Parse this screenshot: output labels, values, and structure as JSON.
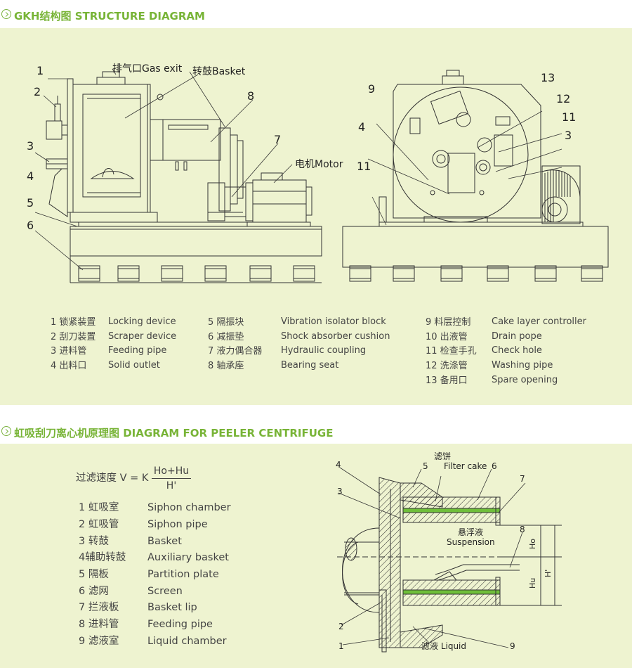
{
  "section1": {
    "title": "GKH结构图 STRUCTURE DIAGRAM"
  },
  "section2": {
    "title": "虹吸刮刀离心机原理图 DIAGRAM FOR PEELER CENTRIFUGE"
  },
  "diagram1": {
    "labels": {
      "gas_exit": "排气口Gas exit",
      "basket": "转鼓Basket",
      "motor": "电机Motor",
      "n1": "1",
      "n2": "2",
      "n3": "3",
      "n4": "4",
      "n5": "5",
      "n6": "6",
      "n7": "7",
      "n8": "8",
      "r9": "9",
      "r4": "4",
      "r11": "11",
      "r13": "13",
      "r12": "12",
      "rr11": "11",
      "r3": "3"
    }
  },
  "legend1": [
    {
      "cn": "1 锁紧装置",
      "en": "Locking device"
    },
    {
      "cn": "2 刮刀装置",
      "en": "Scraper device"
    },
    {
      "cn": "3 进料管",
      "en": "Feeding pipe"
    },
    {
      "cn": "4 出料口",
      "en": "Solid outlet"
    },
    {
      "cn": "5 隔振块",
      "en": "Vibration isolator block"
    },
    {
      "cn": "6 减振垫",
      "en": "Shock absorber cushion"
    },
    {
      "cn": "7 液力偶合器",
      "en": "Hydraulic coupling"
    },
    {
      "cn": "8 轴承座",
      "en": "Bearing seat"
    },
    {
      "cn": "9 料层控制",
      "en": "Cake layer controller"
    },
    {
      "cn": "10 出液管",
      "en": "Drain pope"
    },
    {
      "cn": "11 检查手孔",
      "en": "Check hole"
    },
    {
      "cn": "12 洗涤管",
      "en": "Washing pipe"
    },
    {
      "cn": "13 备用口",
      "en": "Spare opening"
    }
  ],
  "formula": {
    "prefix": "过滤速度 V = K",
    "numerator": "Ho+Hu",
    "denominator": "H'"
  },
  "legend2": [
    {
      "cn": "1 虹吸室",
      "en": "Siphon chamber"
    },
    {
      "cn": "2 虹吸管",
      "en": "Siphon pipe"
    },
    {
      "cn": "3 转鼓",
      "en": "Basket"
    },
    {
      "cn": "4辅助转鼓",
      "en": "Auxiliary basket"
    },
    {
      "cn": "5 隔板",
      "en": "Partition plate"
    },
    {
      "cn": "6 滤网",
      "en": "Screen"
    },
    {
      "cn": "7 拦液板",
      "en": "Basket lip"
    },
    {
      "cn": "8 进料管",
      "en": "Feeding pipe"
    },
    {
      "cn": "9 滤液室",
      "en": "Liquid chamber"
    }
  ],
  "diagram2": {
    "labels": {
      "filter_cake_cn": "滤饼",
      "filter_cake_en": "Filter cake",
      "suspension_cn": "悬浮液",
      "suspension_en": "Suspension",
      "liquid": "滤液 Liquid",
      "ho": "Ho",
      "hprime": "H'",
      "hu": "Hu",
      "n1": "1",
      "n2": "2",
      "n3": "3",
      "n4": "4",
      "n5": "5",
      "n6": "6",
      "n7": "7",
      "n8": "8",
      "n9": "9"
    }
  },
  "colors": {
    "accent": "#78b437",
    "panel_bg": "#eef3d0",
    "line": "#333333",
    "cake_green": "#6fbf3a"
  }
}
